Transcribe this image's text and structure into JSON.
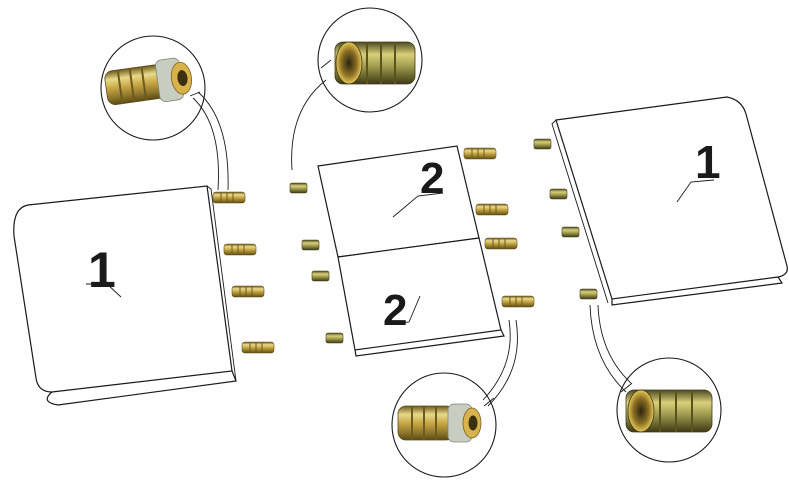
{
  "labels": {
    "left_panel": "1",
    "right_panel": "1",
    "center_top_panel": "2",
    "center_bottom_panel": "2"
  },
  "colors": {
    "line": "#1a1a1a",
    "brass_light": "#e6d37a",
    "brass_mid": "#b89a3a",
    "brass_dark": "#6d5a1e",
    "steel": "#b9c2b0",
    "gold": "#d8b24a"
  },
  "callouts": [
    {
      "name": "threaded-insert-detail-top-left",
      "part": "threaded-insert"
    },
    {
      "name": "sleeve-insert-detail-top",
      "part": "sleeve-insert"
    },
    {
      "name": "threaded-insert-detail-bottom",
      "part": "threaded-insert"
    },
    {
      "name": "sleeve-insert-detail-bottom-right",
      "part": "sleeve-insert"
    }
  ]
}
